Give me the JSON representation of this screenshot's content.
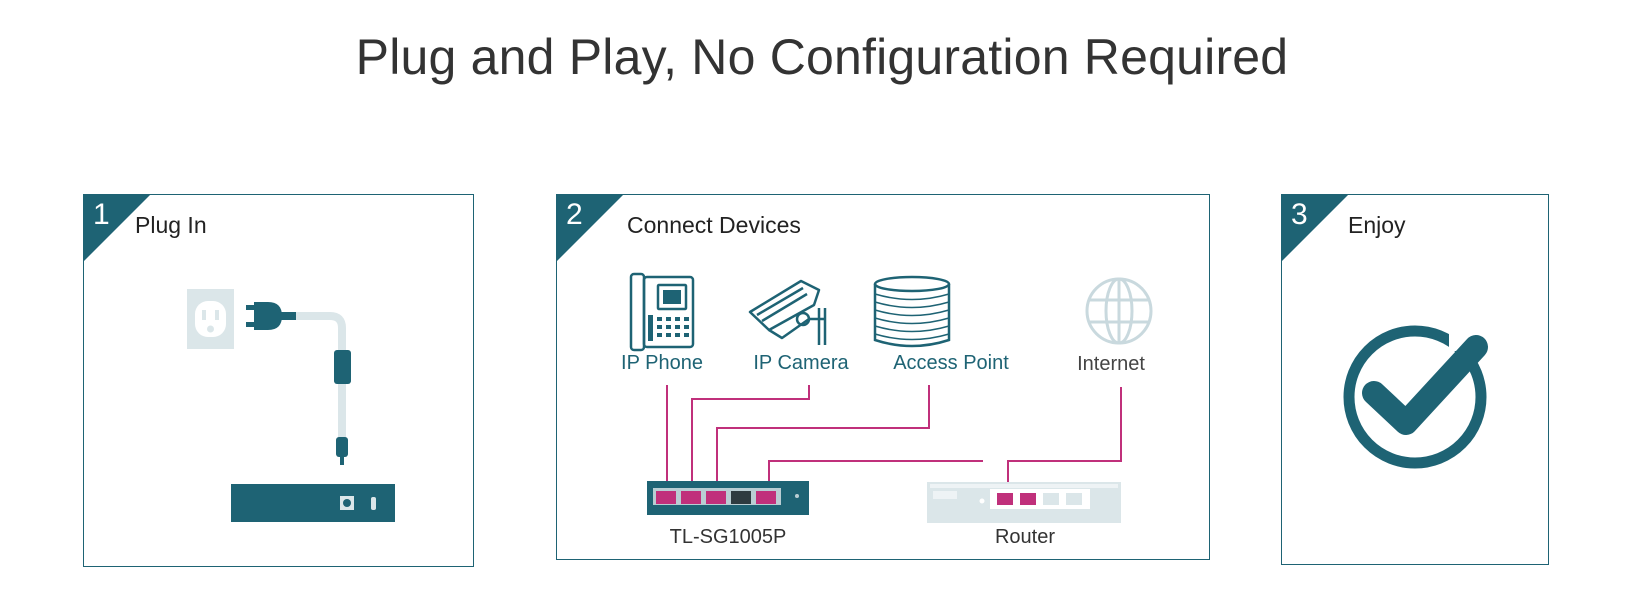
{
  "title": "Plug and Play, No Configuration Required",
  "colors": {
    "primary": "#1e6374",
    "cable": "#c0307b",
    "light": "#dbe6e9"
  },
  "steps": [
    {
      "number": "1",
      "title": "Plug In"
    },
    {
      "number": "2",
      "title": "Connect Devices"
    },
    {
      "number": "3",
      "title": "Enjoy"
    }
  ],
  "devices": {
    "ip_phone": "IP Phone",
    "ip_camera": "IP Camera",
    "access_point": "Access Point",
    "internet": "Internet",
    "switch": "TL-SG1005P",
    "router": "Router"
  },
  "icons": {
    "outlet": "power-outlet-icon",
    "plug": "power-plug-icon",
    "phone": "ip-phone-icon",
    "camera": "ip-camera-icon",
    "ap": "access-point-icon",
    "globe": "globe-icon",
    "check": "check-circle-icon"
  }
}
